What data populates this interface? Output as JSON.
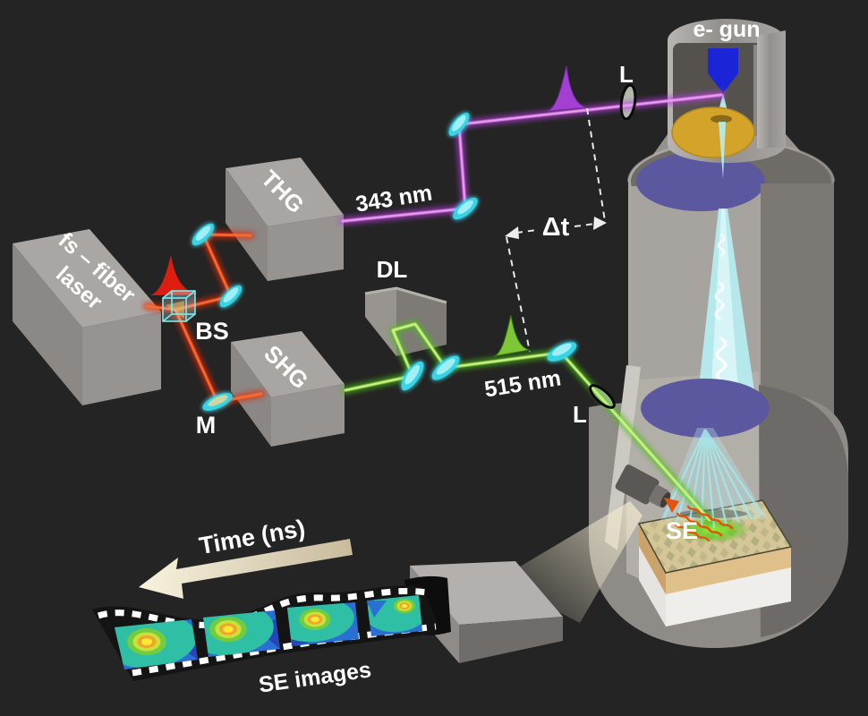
{
  "labels": {
    "egun": "e- gun",
    "lens_uv": "L",
    "lens_green": "L",
    "uv_wavelength": "343 nm",
    "green_wavelength": "515 nm",
    "delay": "Δt",
    "thg": "THG",
    "shg": "SHG",
    "delay_line": "DL",
    "beam_splitter": "BS",
    "mirror": "M",
    "laser_line1": "fs – fiber",
    "laser_line2": "laser",
    "secondary_electrons": "SE",
    "time_axis": "Time (ns)",
    "film_caption": "SE images"
  },
  "film": {
    "frame_count": 4
  },
  "colors": {
    "background": "#242424",
    "ir_beam_glow": "#e82800",
    "ir_beam_core": "#ff6a30",
    "uv_beam_glow": "#b43ce0",
    "uv_beam_core": "#f09af5",
    "green_beam_glow": "#46c012",
    "green_beam_core": "#ccf57c",
    "optic_cyan": "#38d4e6",
    "ebeam_cyan": "#b6edf1",
    "anode_gold": "#d4a42a",
    "pole_disc_blue": "#5b58a0",
    "emitter_blue": "#1c24d8",
    "se_orange": "#e0550f",
    "time_arrow_cream": "#f2ead2",
    "pulse_red": "#dd1d10",
    "pulse_purple": "#a43fd4",
    "pulse_green": "#86d438"
  }
}
